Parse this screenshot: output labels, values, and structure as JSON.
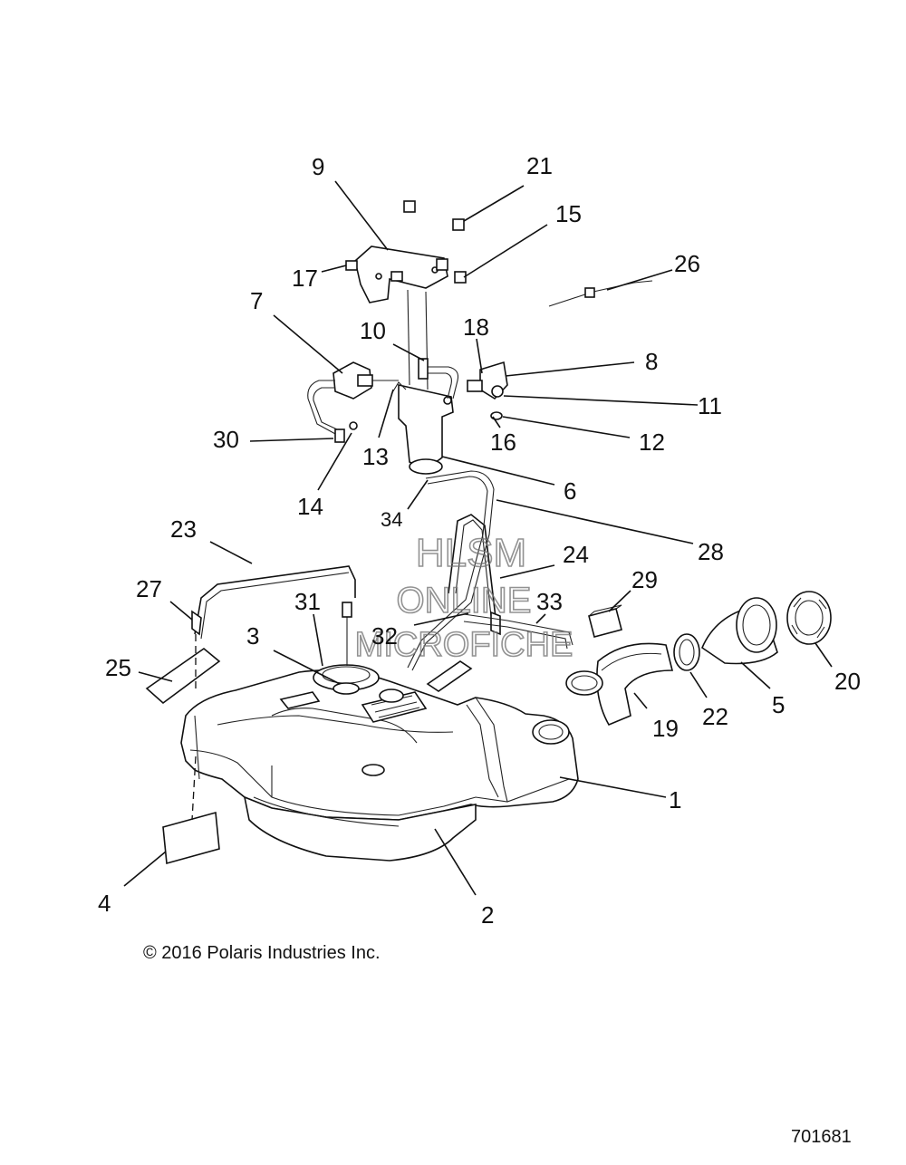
{
  "copyright": "© 2016 Polaris Industries Inc.",
  "document_number": "701681",
  "watermark": {
    "line1": "HLSM",
    "line2": "ONLINE",
    "line3": "MICROFICHE"
  },
  "callouts": {
    "c1": "1",
    "c2": "2",
    "c3": "3",
    "c4": "4",
    "c5": "5",
    "c6": "6",
    "c7": "7",
    "c8": "8",
    "c9": "9",
    "c10": "10",
    "c11": "11",
    "c12": "12",
    "c13": "13",
    "c14": "14",
    "c15": "15",
    "c16": "16",
    "c17": "17",
    "c18": "18",
    "c19": "19",
    "c20": "20",
    "c21": "21",
    "c22": "22",
    "c23": "23",
    "c24": "24",
    "c25": "25",
    "c26": "26",
    "c27": "27",
    "c28": "28",
    "c29": "29",
    "c30": "30",
    "c31": "31",
    "c32": "32",
    "c33": "33",
    "c34": "34"
  }
}
